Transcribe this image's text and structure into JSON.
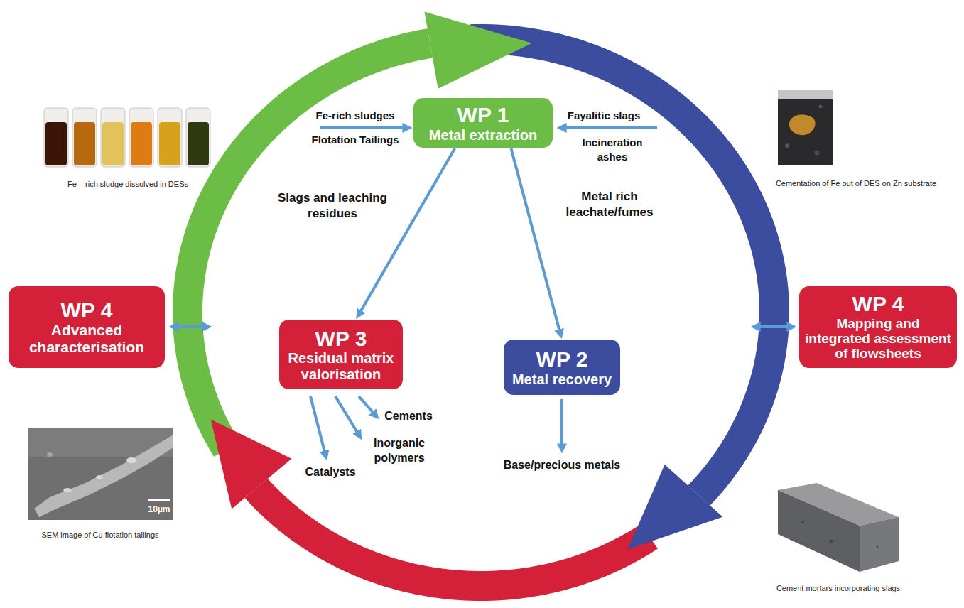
{
  "diagram": {
    "nodes": [
      {
        "text": [
          "WP 1",
          "Metal extraction"
        ]
      },
      {
        "text": [
          "WP 4",
          "Advanced characterisation"
        ]
      },
      {
        "text": [
          "WP 3",
          "Residual matrix valorisation"
        ]
      },
      {
        "text": [
          "WP 2",
          "Metal recovery"
        ]
      },
      {
        "text": [
          "WP 4",
          "Mapping and integrated assessment of flowsheets"
        ]
      }
    ],
    "edges": [
      {
        "from": 0,
        "to": 2,
        "label": "Slags and leaching residues",
        "arrow": "to"
      },
      {
        "from": 0,
        "to": 3,
        "label": "Metal rich leachate/fumes",
        "arrow": "to"
      }
    ],
    "labels": [
      "Fe – rich sludge dissolved in DESs",
      "Fe-rich sludges",
      "Flotation Tailings",
      "Fayalitic slags",
      "Incineration ashes",
      "Cementation of Fe out of DES on Zn substrate",
      "Cements",
      "Inorganic polymers",
      "Catalysts",
      "Base/precious metals",
      "10µm",
      "SEM image of Cu flotation tailings",
      "Cement mortars incorporating slags"
    ]
  }
}
